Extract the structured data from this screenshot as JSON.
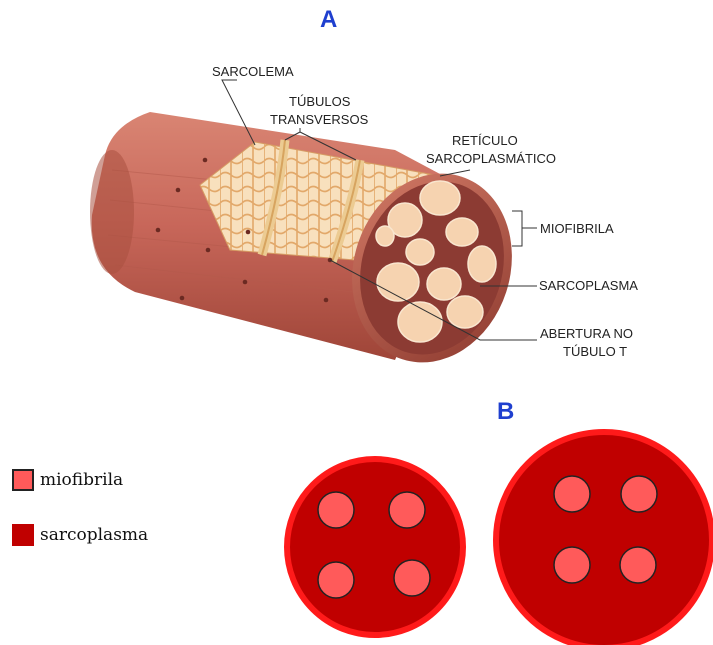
{
  "panels": {
    "a": "A",
    "b": "B"
  },
  "labels": {
    "sarcolema": "SARCOLEMA",
    "tubulos_1": "TÚBULOS",
    "tubulos_2": "TRANSVERSOS",
    "reticulo_1": "RETÍCULO",
    "reticulo_2": "SARCOPLASMÁTICO",
    "miofibrila": "MIOFIBRILA",
    "sarcoplasma": "SARCOPLASMA",
    "abertura_1": "ABERTURA NO",
    "abertura_2": "TÚBULO T"
  },
  "legend": {
    "miofibrila": "miofibrila",
    "sarcoplasma": "sarcoplasma"
  },
  "colors": {
    "panel_letter": "#1f3fcf",
    "miofibrila": "#ff5a5a",
    "sarcoplasma": "#c00000",
    "fiber_outer_ring": "#ff1a1a",
    "muscle": "#c9685a",
    "myofibril_cross_section": "#f6d3b0"
  }
}
